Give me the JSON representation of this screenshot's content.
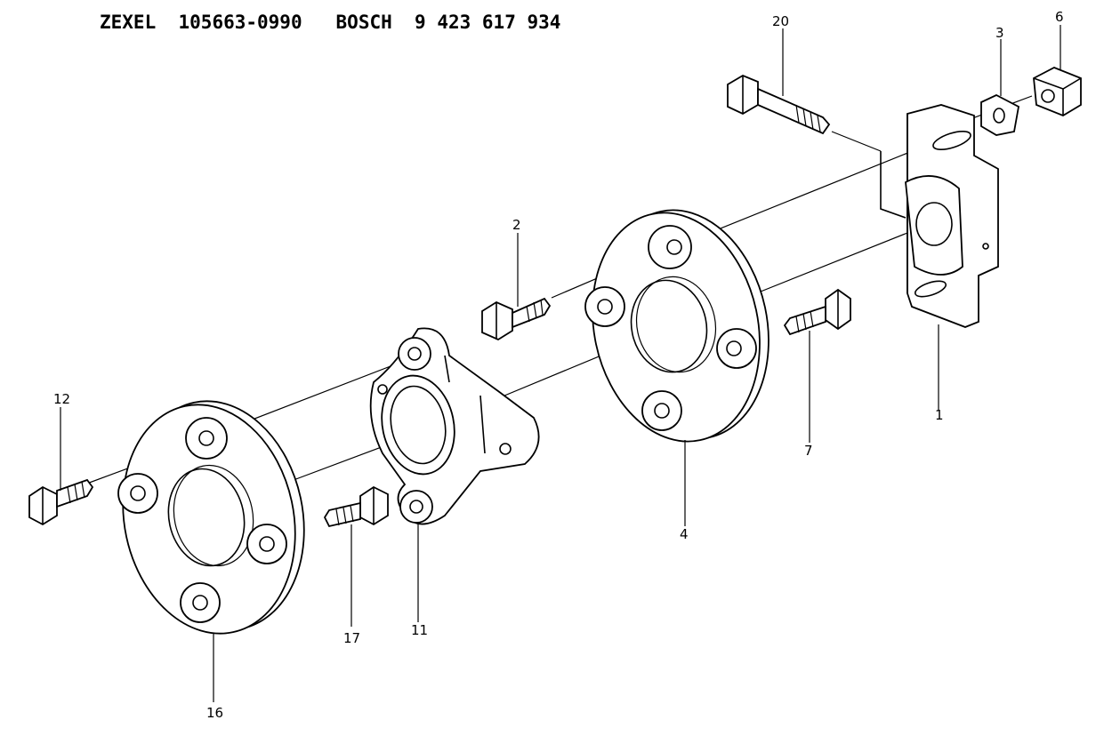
{
  "header": {
    "brand1": "ZEXEL",
    "part1": "105663-0990",
    "brand2": "BOSCH",
    "part2": "9 423 617 934"
  },
  "labels": {
    "p1": "1",
    "p2": "2",
    "p3": "3",
    "p4": "4",
    "p6": "6",
    "p7": "7",
    "p11": "11",
    "p12": "12",
    "p16": "16",
    "p17": "17",
    "p20": "20"
  }
}
